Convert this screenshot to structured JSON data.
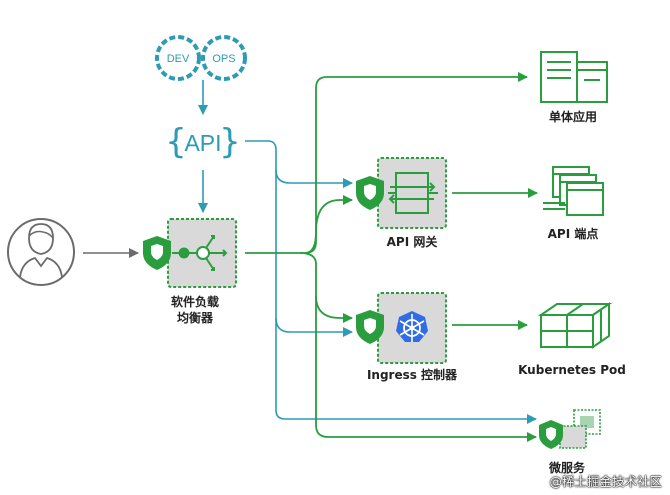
{
  "colors": {
    "green": "#2a9d3e",
    "teal": "#2c9bb5",
    "box_fill": "#d9d9d9",
    "box_border": "#2a9d3e",
    "grey_line": "#7a7a7a",
    "k8s_blue": "#326ce5"
  },
  "devops": {
    "dev": "DEV",
    "ops": "OPS"
  },
  "api_brace": {
    "label": "API"
  },
  "nodes": {
    "load_balancer": {
      "line1": "软件负载",
      "line2": "均衡器"
    },
    "api_gateway": {
      "label": "API 网关"
    },
    "ingress": {
      "label": "Ingress 控制器"
    },
    "monolith": {
      "label": "单体应用"
    },
    "api_endpoints": {
      "label": "API 端点"
    },
    "k8s_pod": {
      "label": "Kubernetes Pod"
    },
    "microservices": {
      "label": "微服务"
    }
  },
  "icons": [
    "user-avatar-icon",
    "shield-icon",
    "load-balancer-icon",
    "api-gateway-icon",
    "kubernetes-wheel-icon",
    "server-window-icon",
    "api-endpoints-icon",
    "cube-grid-icon",
    "microservice-chip-icon"
  ],
  "watermark": "@稀土掘金技术社区"
}
